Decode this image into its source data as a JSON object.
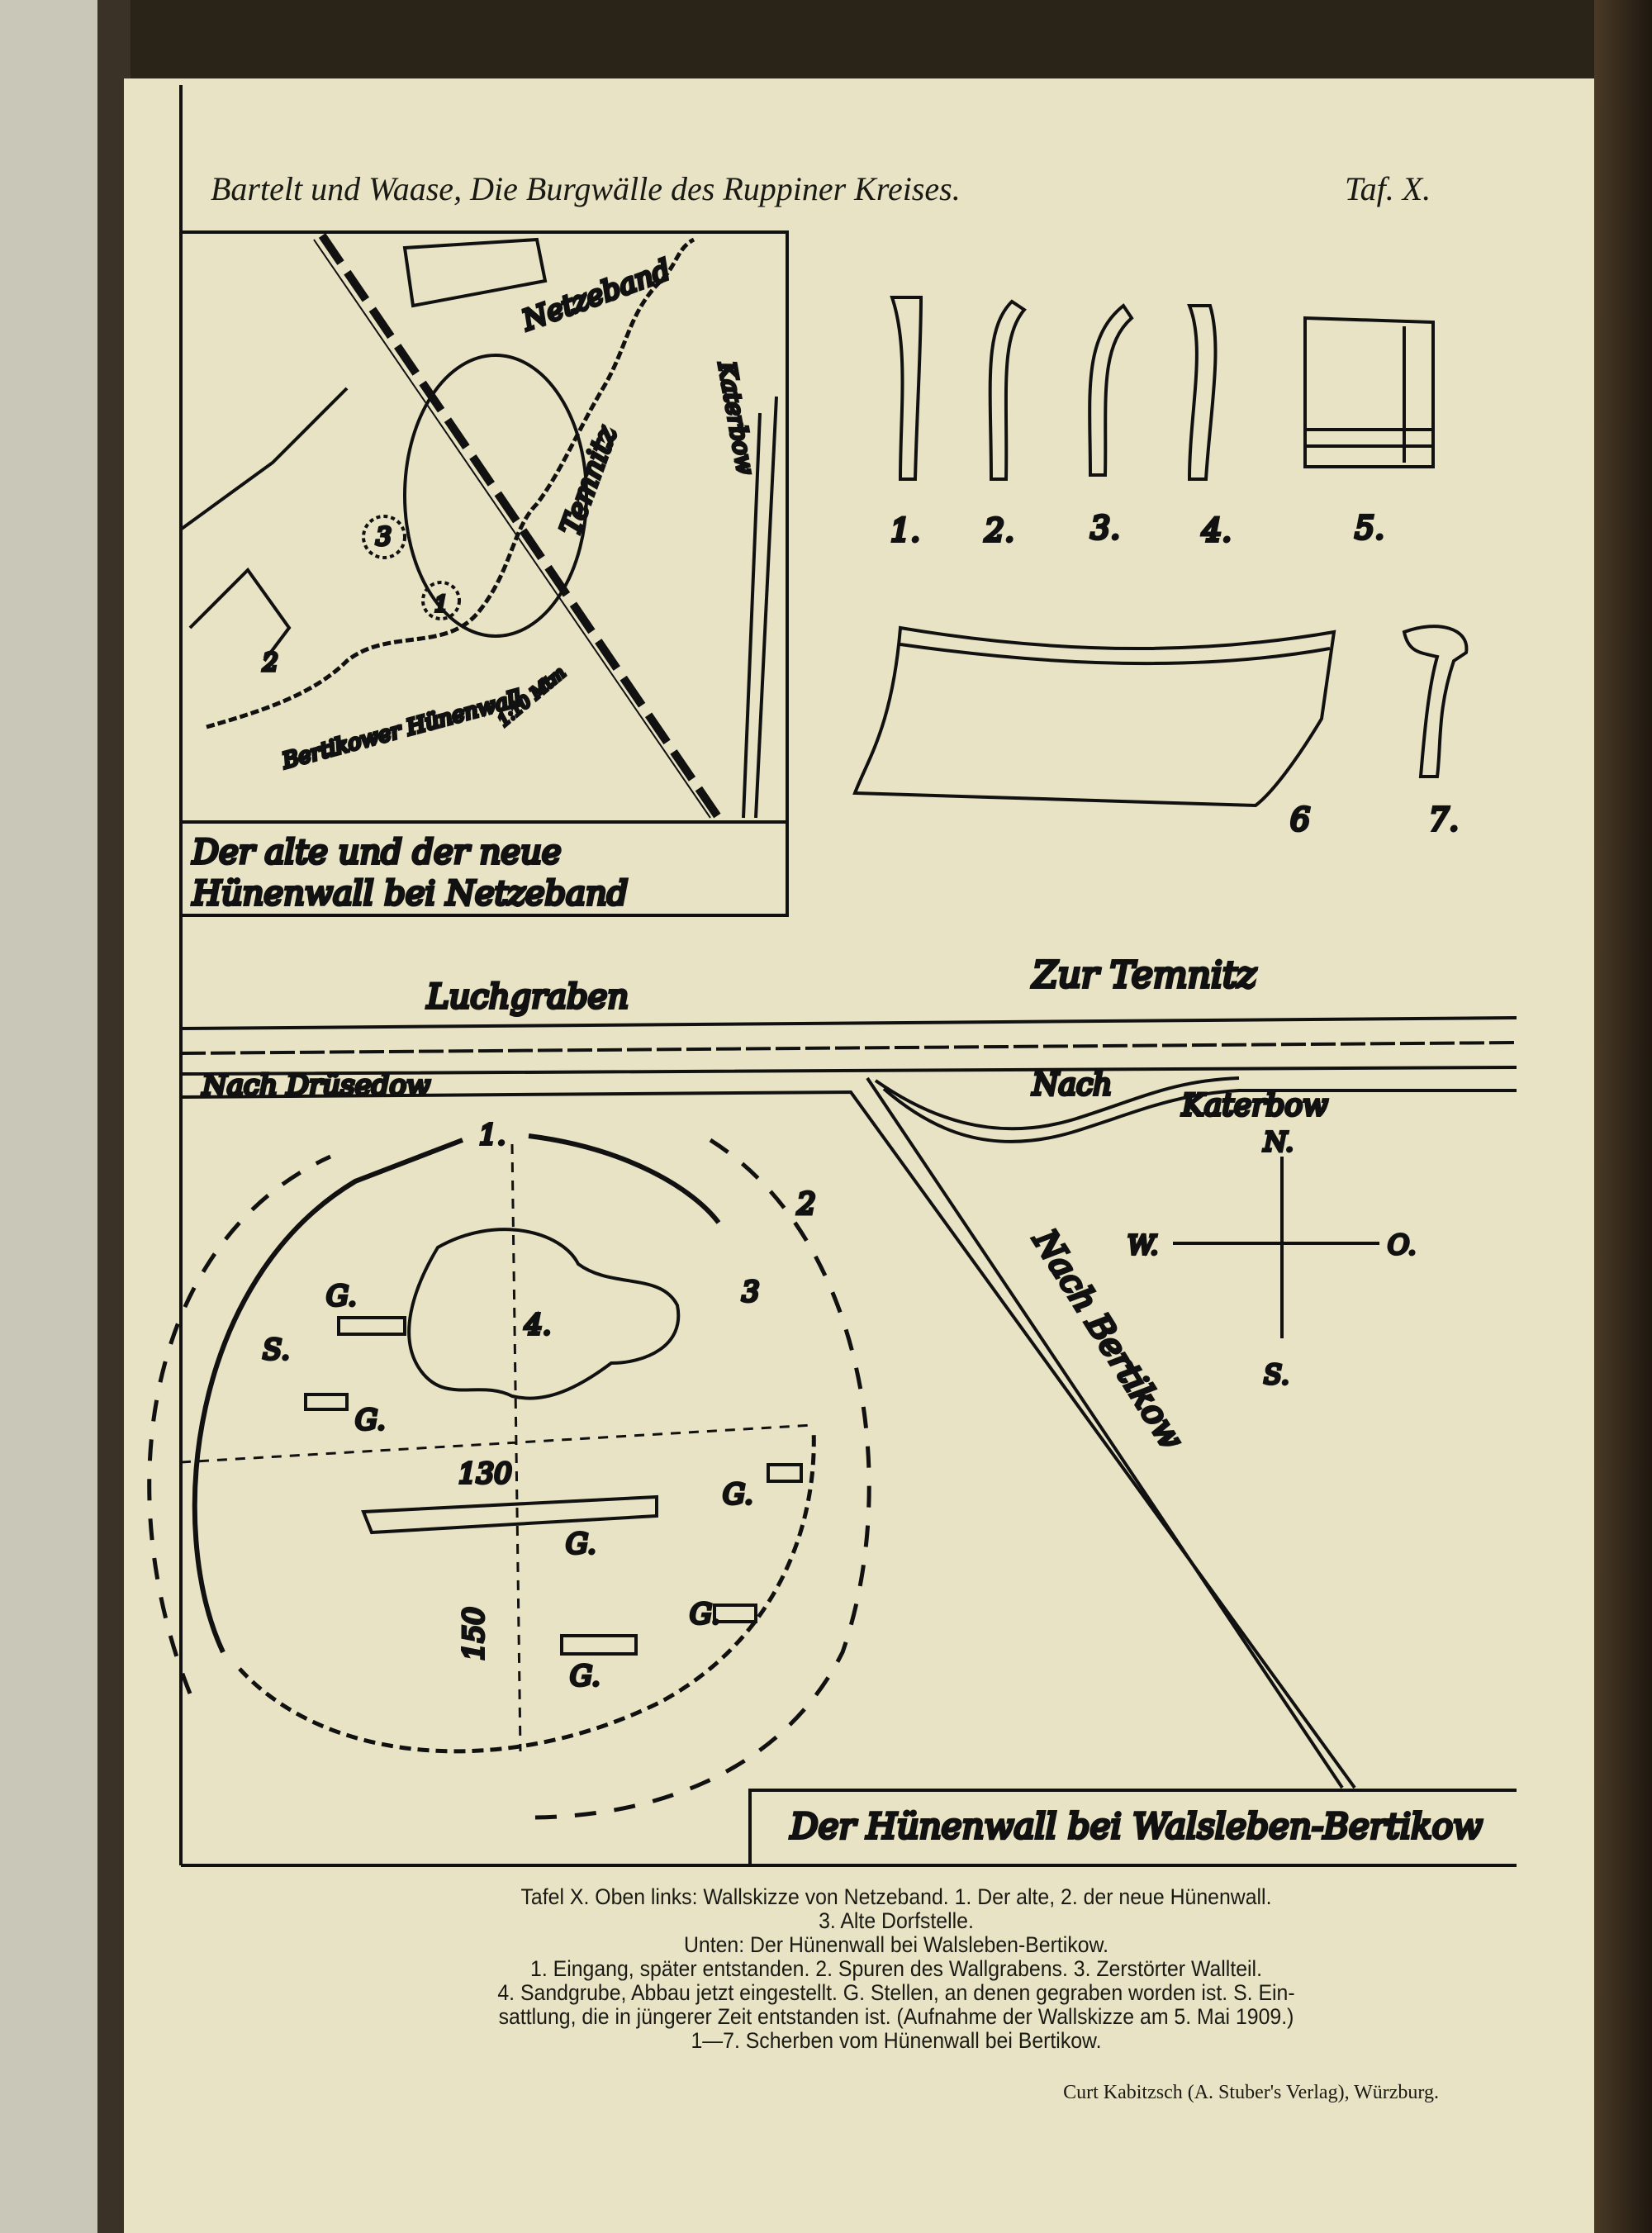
{
  "header": {
    "title": "Bartelt und Waase, Die Burgwälle des Ruppiner Kreises.",
    "plate": "Taf. X."
  },
  "map_netzeband": {
    "labels": {
      "netzeband": "Netzeband",
      "katerbow": "Katerbow",
      "temnitz": "Temnitz",
      "n1": "1",
      "n2": "2",
      "n3": "3",
      "bertikower": "Bertikower Hünenwall",
      "scale": "1:10 Mtm"
    },
    "caption_line1": "Der alte und der neue",
    "caption_line2": "Hünenwall bei Netzeband"
  },
  "sherds": {
    "numbers": [
      "1.",
      "2.",
      "3.",
      "4.",
      "5.",
      "6",
      "7."
    ]
  },
  "map_walsleben": {
    "labels": {
      "luchgraben": "Luchgraben",
      "zur_temnitz": "Zur Temnitz",
      "nach_druesedow": "Nach Drüsedow",
      "nach_katerbow_1": "Nach",
      "nach_katerbow_2": "Katerbow",
      "nach_bertikow": "Nach Bertikow",
      "n1": "1.",
      "n2": "2",
      "n3": "3",
      "n4": "4.",
      "s": "S.",
      "g": "G.",
      "dim_130": "130",
      "dim_150": "150"
    },
    "compass": {
      "n": "N.",
      "s": "S.",
      "w": "W.",
      "o": "O."
    },
    "title": "Der Hünenwall bei Walsleben-Bertikow"
  },
  "caption": {
    "lines": [
      "Tafel X.  Oben links: Wallskizze von Netzeband.  1. Der alte, 2. der neue Hünenwall.",
      "3. Alte Dorfstelle.",
      "Unten: Der Hünenwall bei Walsleben-Bertikow.",
      "1. Eingang, später entstanden.  2. Spuren des Wallgrabens.  3. Zerstörter Wallteil.",
      "4. Sandgrube, Abbau jetzt eingestellt.  G. Stellen, an denen gegraben worden ist.  S. Ein-",
      "sattlung, die in jüngerer Zeit entstanden ist.  (Aufnahme der Wallskizze am 5. Mai 1909.)",
      "1—7. Scherben vom Hünenwall bei Bertikow."
    ],
    "publisher": "Curt Kabitzsch (A. Stuber's Verlag), Würzburg."
  }
}
